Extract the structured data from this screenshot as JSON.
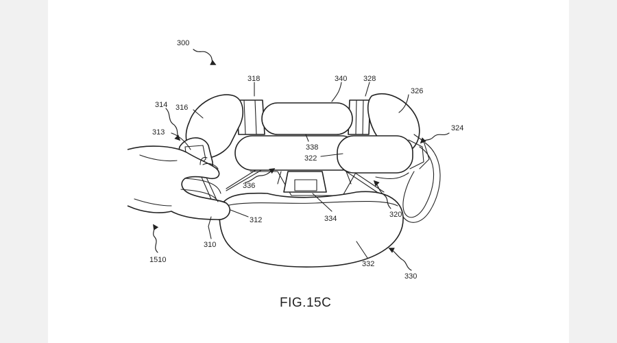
{
  "figure": {
    "caption": "FIG.15C"
  },
  "reference_numerals": {
    "r300": "300",
    "r318": "318",
    "r340": "340",
    "r328": "328",
    "r326": "326",
    "r314": "314",
    "r316": "316",
    "r324": "324",
    "r313": "313",
    "r338": "338",
    "r322": "322",
    "r336": "336",
    "r312": "312",
    "r334": "334",
    "r320": "320",
    "r310": "310",
    "r1510": "1510",
    "r332": "332",
    "r330": "330"
  },
  "colors": {
    "line": "#222222",
    "paper": "#ffffff",
    "margin": "#f1f1f1"
  }
}
